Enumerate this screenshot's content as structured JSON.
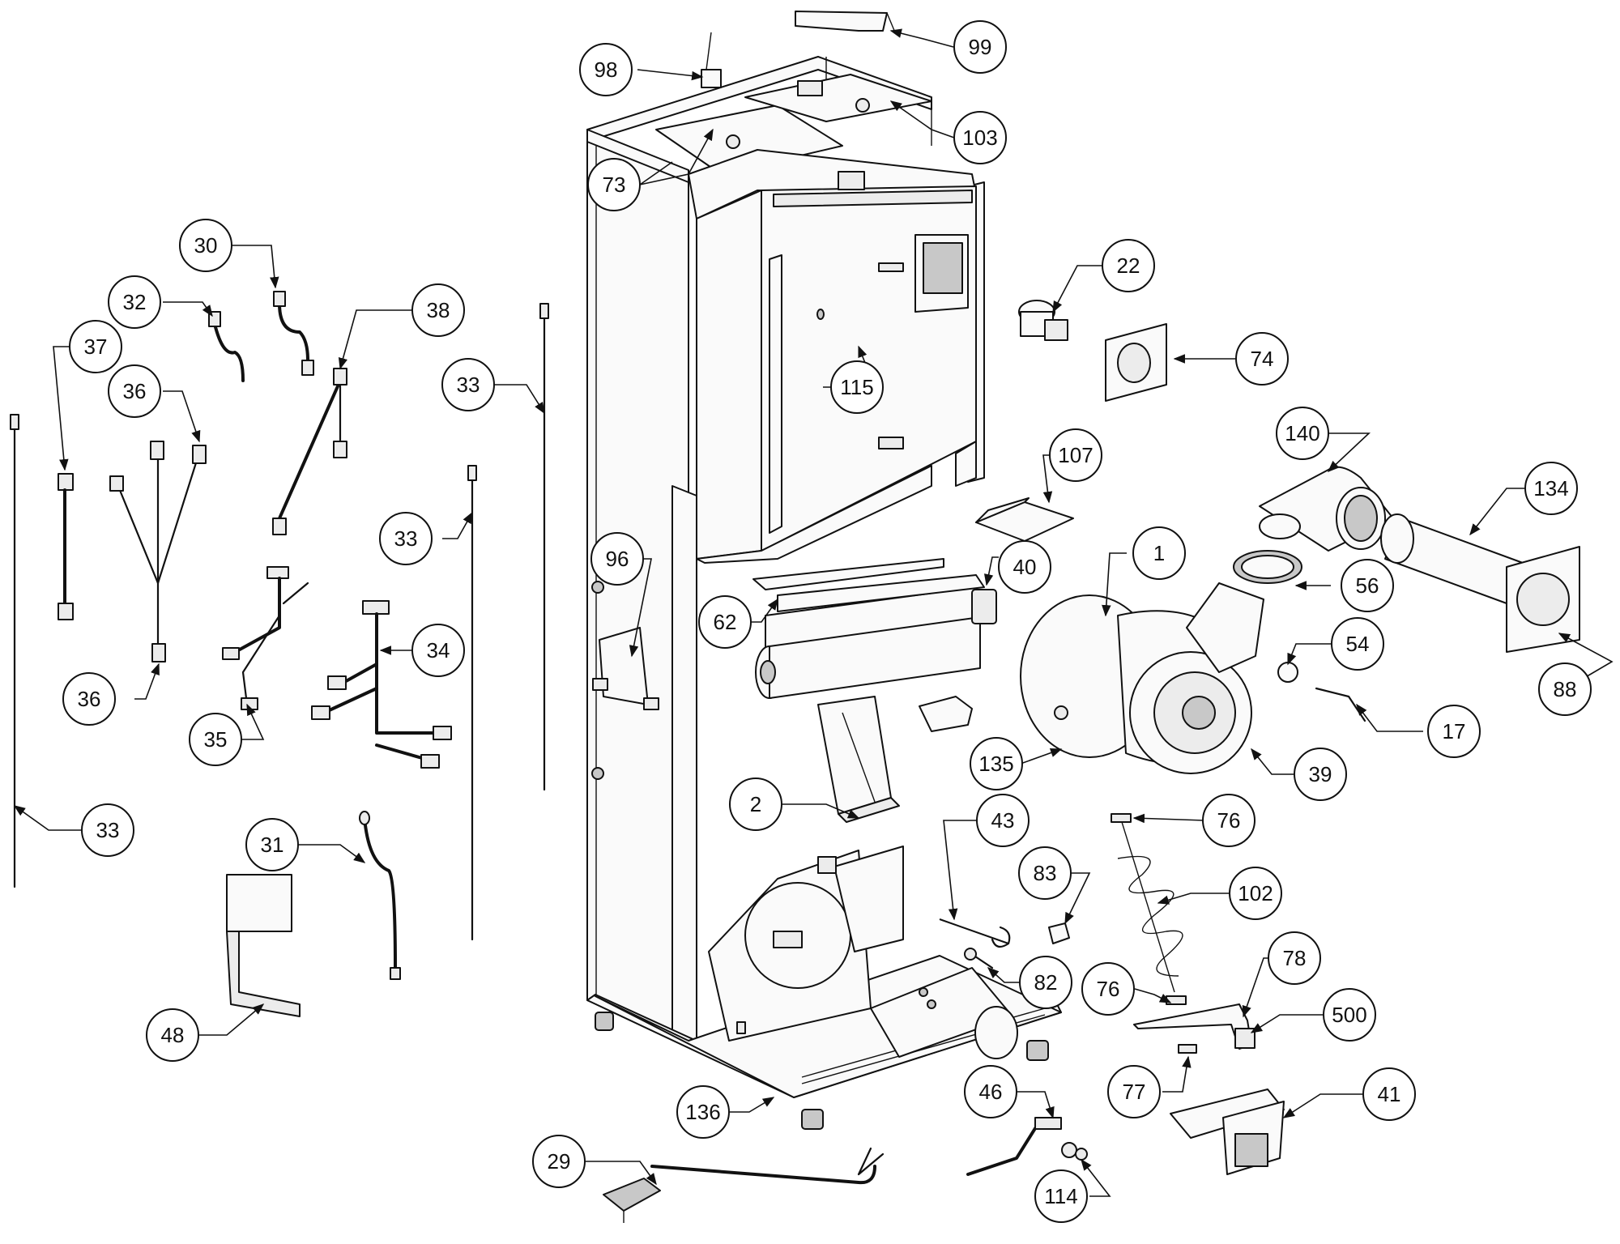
{
  "callouts": [
    {
      "label": "98"
    },
    {
      "label": "99"
    },
    {
      "label": "103"
    },
    {
      "label": "73"
    },
    {
      "label": "30"
    },
    {
      "label": "32"
    },
    {
      "label": "37"
    },
    {
      "label": "36"
    },
    {
      "label": "38"
    },
    {
      "label": "33"
    },
    {
      "label": "33"
    },
    {
      "label": "34"
    },
    {
      "label": "35"
    },
    {
      "label": "36"
    },
    {
      "label": "33"
    },
    {
      "label": "31"
    },
    {
      "label": "48"
    },
    {
      "label": "22"
    },
    {
      "label": "74"
    },
    {
      "label": "115"
    },
    {
      "label": "140"
    },
    {
      "label": "134"
    },
    {
      "label": "107"
    },
    {
      "label": "96"
    },
    {
      "label": "40"
    },
    {
      "label": "1"
    },
    {
      "label": "56"
    },
    {
      "label": "62"
    },
    {
      "label": "54"
    },
    {
      "label": "88"
    },
    {
      "label": "17"
    },
    {
      "label": "135"
    },
    {
      "label": "39"
    },
    {
      "label": "2"
    },
    {
      "label": "43"
    },
    {
      "label": "76"
    },
    {
      "label": "83"
    },
    {
      "label": "102"
    },
    {
      "label": "82"
    },
    {
      "label": "76"
    },
    {
      "label": "78"
    },
    {
      "label": "500"
    },
    {
      "label": "77"
    },
    {
      "label": "41"
    },
    {
      "label": "46"
    },
    {
      "label": "136"
    },
    {
      "label": "29"
    },
    {
      "label": "114"
    }
  ]
}
